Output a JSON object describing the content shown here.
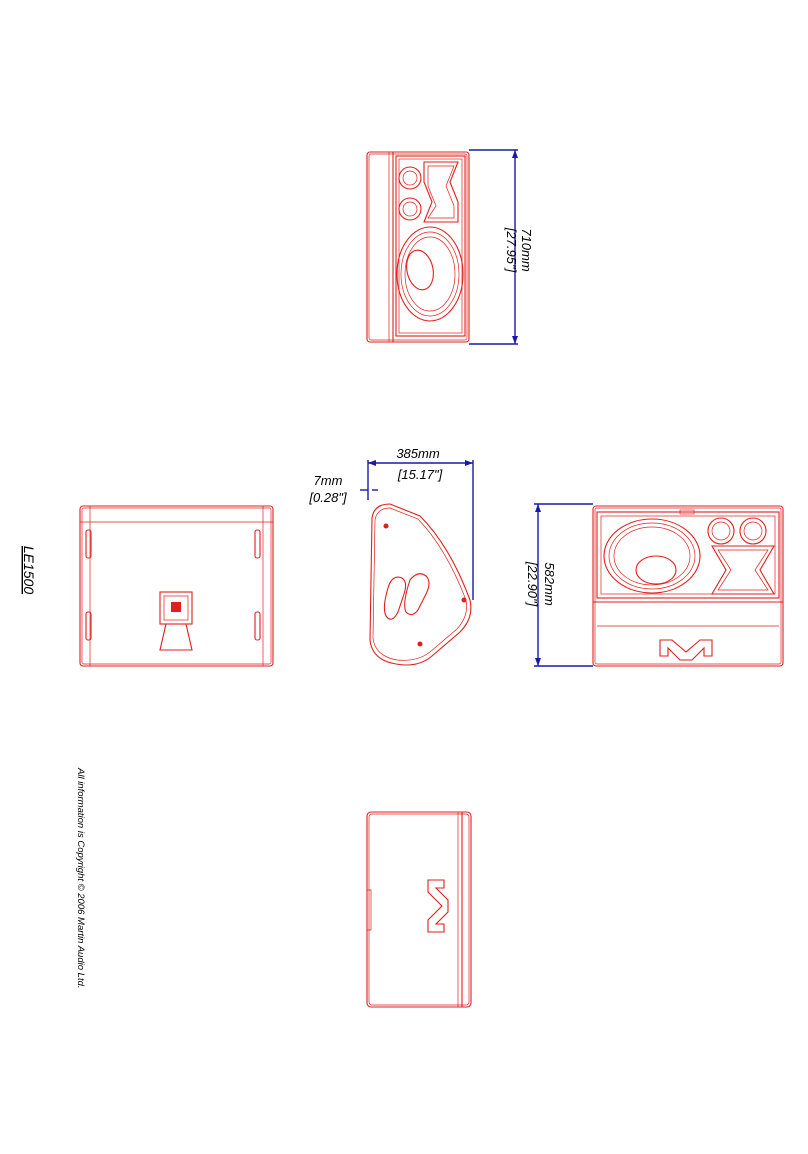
{
  "model_label": "LE1500",
  "copyright": "All information is Copyright © 2006 Martin Audio Ltd.",
  "dimensions": {
    "height_mm": "710mm",
    "height_in": "[27.95\"]",
    "depth_mm": "385mm",
    "depth_in": "[15.17\"]",
    "offset_mm": "7mm",
    "offset_in": "[0.28\"]",
    "width_mm": "582mm",
    "width_in": "[22.90\"]"
  },
  "colors": {
    "drawing": "#e0201c",
    "dimension": "#1a1aa6"
  }
}
